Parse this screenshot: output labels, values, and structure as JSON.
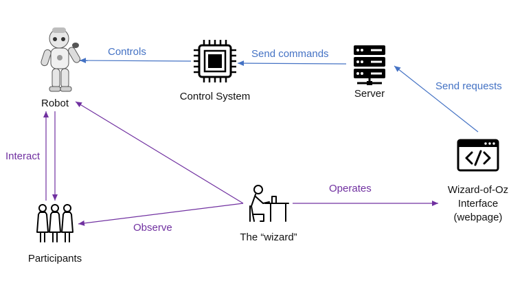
{
  "colors": {
    "blue": "#4472c4",
    "purple": "#7030a0",
    "ink": "#111111"
  },
  "nodes": {
    "robot": {
      "label": "Robot",
      "icon": "nao-robot-icon"
    },
    "control_system": {
      "label": "Control System",
      "icon": "cpu-chip-icon"
    },
    "server": {
      "label": "Server",
      "icon": "server-rack-icon"
    },
    "woz_interface": {
      "label_lines": [
        "Wizard-of-Oz",
        "Interface",
        "(webpage)"
      ],
      "icon": "code-window-icon"
    },
    "wizard": {
      "label": "The “wizard”",
      "icon": "person-at-desk-icon"
    },
    "participants": {
      "label": "Participants",
      "icon": "three-people-icon"
    }
  },
  "edges": {
    "controls": "Controls",
    "send_commands": "Send commands",
    "send_requests": "Send requests",
    "interact": "Interact",
    "operates": "Operates",
    "observe": "Observe"
  }
}
